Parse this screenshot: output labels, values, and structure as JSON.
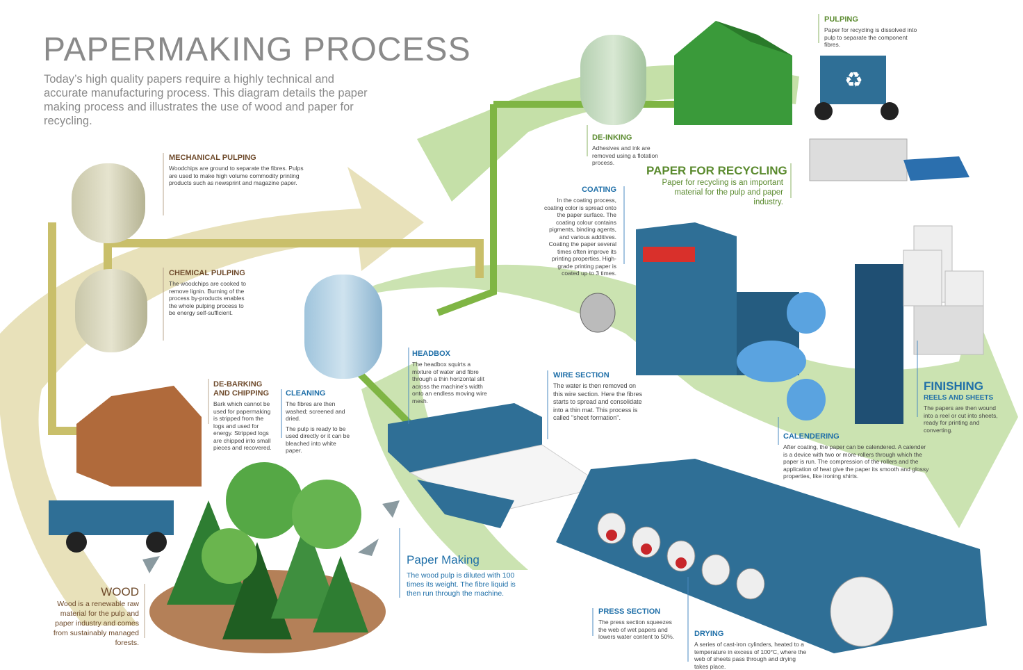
{
  "header": {
    "title": "PAPERMAKING PROCESS",
    "intro": "Today’s high quality papers require a highly technical and accurate manufacturing process. This diagram details the paper making process and illustrates the use of wood and paper for recycling."
  },
  "colors": {
    "brown": "#6e4a2b",
    "blue": "#1f6fa8",
    "green": "#5a8a2e",
    "machine": "#2f6f96",
    "arrow_green": "#b9d99a",
    "arrow_tan": "#e0d7a0"
  },
  "sections": {
    "mechanical_pulping": {
      "title": "MECHANICAL PULPING",
      "body": "Woodchips are ground to separate the fibres. Pulps are used to make high volume commodity printing products such as newsprint and magazine paper."
    },
    "chemical_pulping": {
      "title": "CHEMICAL PULPING",
      "body": "The woodchips are cooked to remove lignin. Burning of the process by-products enables the whole pulping process to be energy self-sufficient."
    },
    "debarking": {
      "title": "DE-BARKING AND CHIPPING",
      "body": "Bark which cannot be used for papermaking is stripped from the logs and used for energy. Stripped logs are chipped into small pieces and recovered."
    },
    "cleaning": {
      "title": "CLEANING",
      "body1": "The fibres are then washed; screened and dried.",
      "body2": "The pulp is ready to be used directly or it can be bleached into white paper."
    },
    "headbox": {
      "title": "HEADBOX",
      "body": "The headbox squirts a mixture of water and fibre through a thin horizontal slit across the machine’s width onto an endless moving wire mesh."
    },
    "wire_section": {
      "title": "WIRE SECTION",
      "body": "The water is then removed on this wire section. Here the fibres starts to spread and consolidate into a thin mat. This process is called \"sheet formation\"."
    },
    "coating": {
      "title": "COATING",
      "body": "In the coating process, coating color is spread onto the paper surface. The coating colour contains pigments, binding agents, and various additives. Coating the paper several times often improve its printing properties. High-grade printing paper is coated up to 3 times."
    },
    "deinking": {
      "title": "DE-INKING",
      "body": "Adhesives and ink are removed using a flotation process."
    },
    "paper_for_recycling": {
      "title": "PAPER FOR RECYCLING",
      "body": "Paper for recycling is an important material for the pulp and paper industry."
    },
    "pulping": {
      "title": "PULPING",
      "body": "Paper for recycling is dissolved into pulp to separate the component fibres."
    },
    "finishing": {
      "title": "FINISHING",
      "subtitle": "REELS AND SHEETS",
      "body": "The papers are then wound into a reel or cut into sheets, ready for printing and converting."
    },
    "calendering": {
      "title": "CALENDERING",
      "body": "After coating, the paper can be calendered. A calender is a device with two or more rollers through which the paper is run. The compression of the rollers and the application of heat give the paper its smooth and glossy properties, like ironing shirts."
    },
    "paper_making": {
      "title": "Paper Making",
      "body": "The wood pulp is diluted with 100 times its weight. The fibre liquid is then run through the machine."
    },
    "press_section": {
      "title": "PRESS SECTION",
      "body": "The press section squeezes the web of wet papers and lowers water content to 50%."
    },
    "drying": {
      "title": "DRYING",
      "body": "A series of cast-iron cylinders, heated to a temperature in excess of 100°C, where the web of sheets pass through and drying takes place."
    },
    "wood": {
      "title": "WOOD",
      "body": "Wood is a renewable raw material for the pulp and paper industry and comes from sustainably managed forests."
    }
  },
  "icons": [
    "recycle-icon",
    "bird-icon"
  ]
}
